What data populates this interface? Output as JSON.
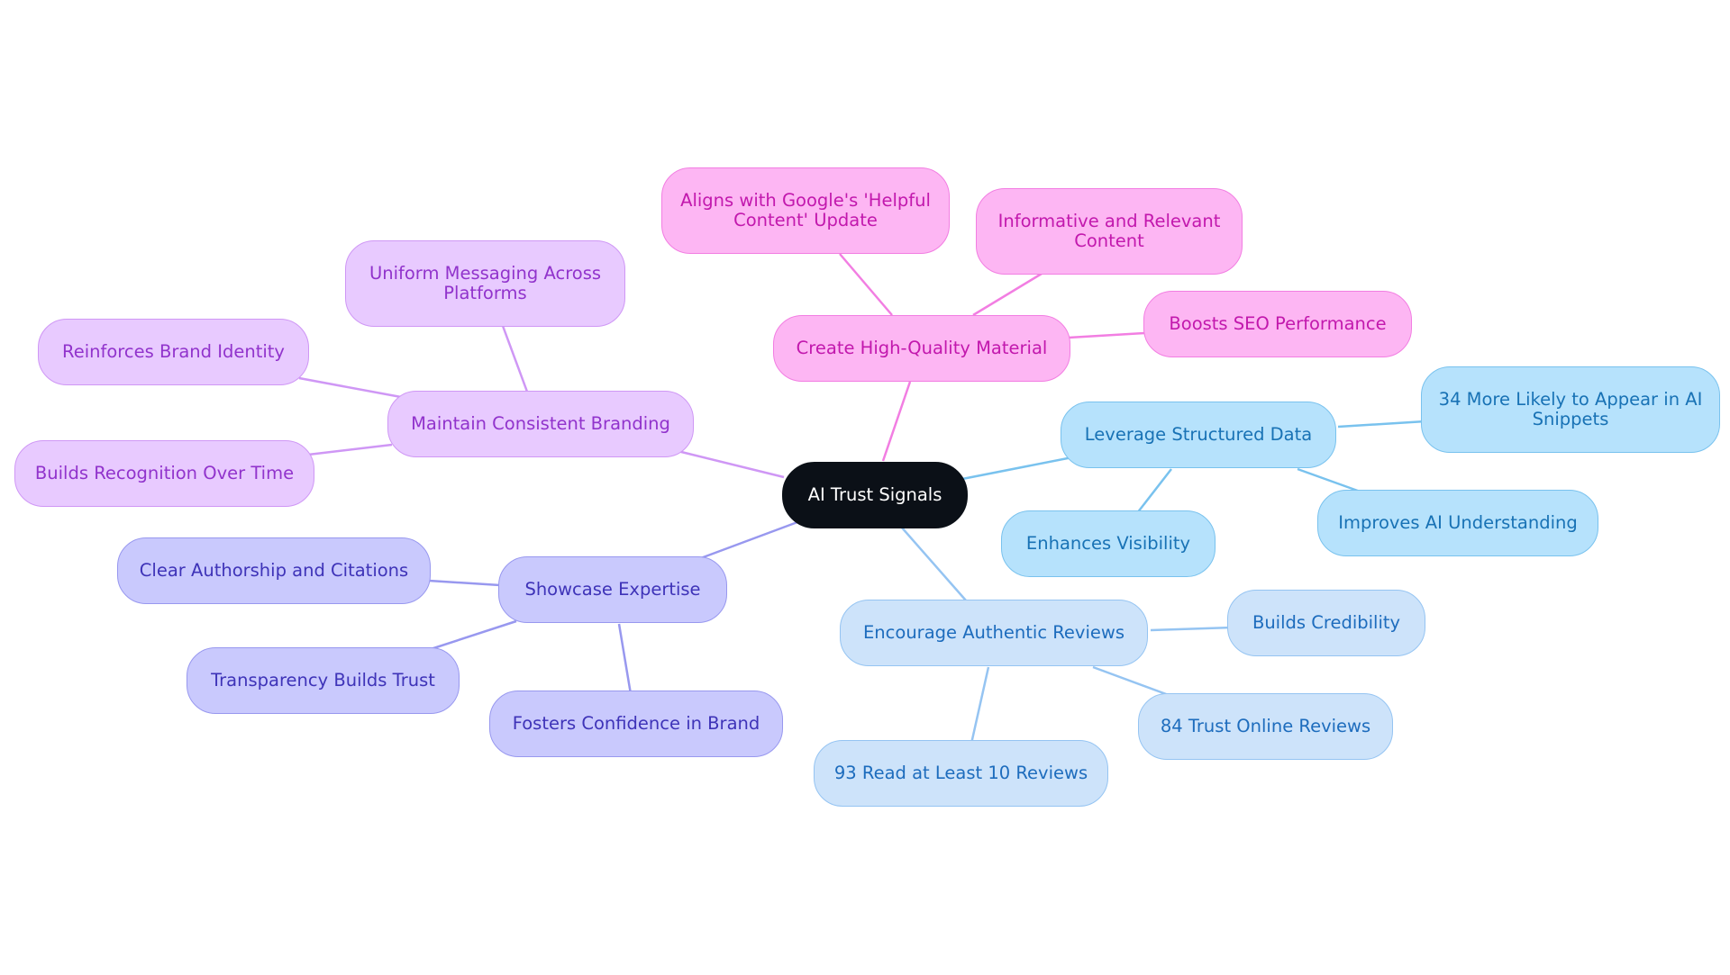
{
  "diagram": {
    "root": {
      "label": "AI Trust Signals"
    },
    "branches": {
      "quality": {
        "label": "Create High-Quality Material",
        "children": [
          "Aligns with Google's 'Helpful Content' Update",
          "Informative and Relevant Content",
          "Boosts SEO Performance"
        ]
      },
      "branding": {
        "label": "Maintain Consistent Branding",
        "children": [
          "Uniform Messaging Across Platforms",
          "Reinforces Brand Identity",
          "Builds Recognition Over Time"
        ]
      },
      "expertise": {
        "label": "Showcase Expertise",
        "children": [
          "Clear Authorship and Citations",
          "Transparency Builds Trust",
          "Fosters Confidence in Brand"
        ]
      },
      "structured": {
        "label": "Leverage Structured Data",
        "children": [
          "34 More Likely to Appear in AI Snippets",
          "Improves AI Understanding",
          "Enhances Visibility"
        ]
      },
      "reviews": {
        "label": "Encourage Authentic Reviews",
        "children": [
          "Builds Credibility",
          "84 Trust Online Reviews",
          "93 Read at Least 10 Reviews"
        ]
      }
    },
    "colors": {
      "root": "#0b1017",
      "quality": "#f27ee2",
      "branding": "#cf97f5",
      "expertise": "#9898ef",
      "structured": "#79c2ee",
      "reviews": "#95c4f2"
    }
  }
}
